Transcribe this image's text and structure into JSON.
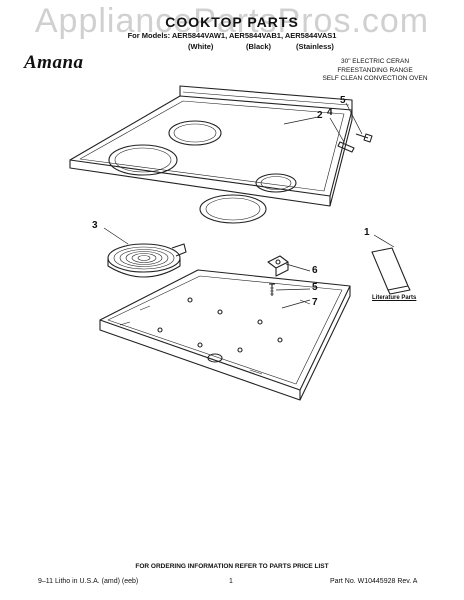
{
  "watermark": "AppliancePartsPros.com",
  "header": {
    "title": "COOKTOP PARTS",
    "models": "For Models: AER5844VAW1, AER5844VAB1, AER5844VAS1",
    "colors": [
      "(White)",
      "(Black)",
      "(Stainless)"
    ],
    "brand": "Amana"
  },
  "product_description": [
    "30\" ELECTRIC CERAN",
    "FREESTANDING RANGE",
    "SELF CLEAN CONVECTION OVEN"
  ],
  "callouts": {
    "c1": "1",
    "c2": "2",
    "c3": "3",
    "c4": "4",
    "c5_top": "5",
    "c6": "6",
    "c5_mid": "5",
    "c7": "7"
  },
  "literature_label": "Literature Parts",
  "footer": {
    "ordering": "FOR ORDERING INFORMATION REFER TO PARTS PRICE LIST",
    "left": "9–11 Litho in U.S.A. (amd) (eeb)",
    "page": "1",
    "part_no": "Part No. W10445928 Rev. A"
  }
}
